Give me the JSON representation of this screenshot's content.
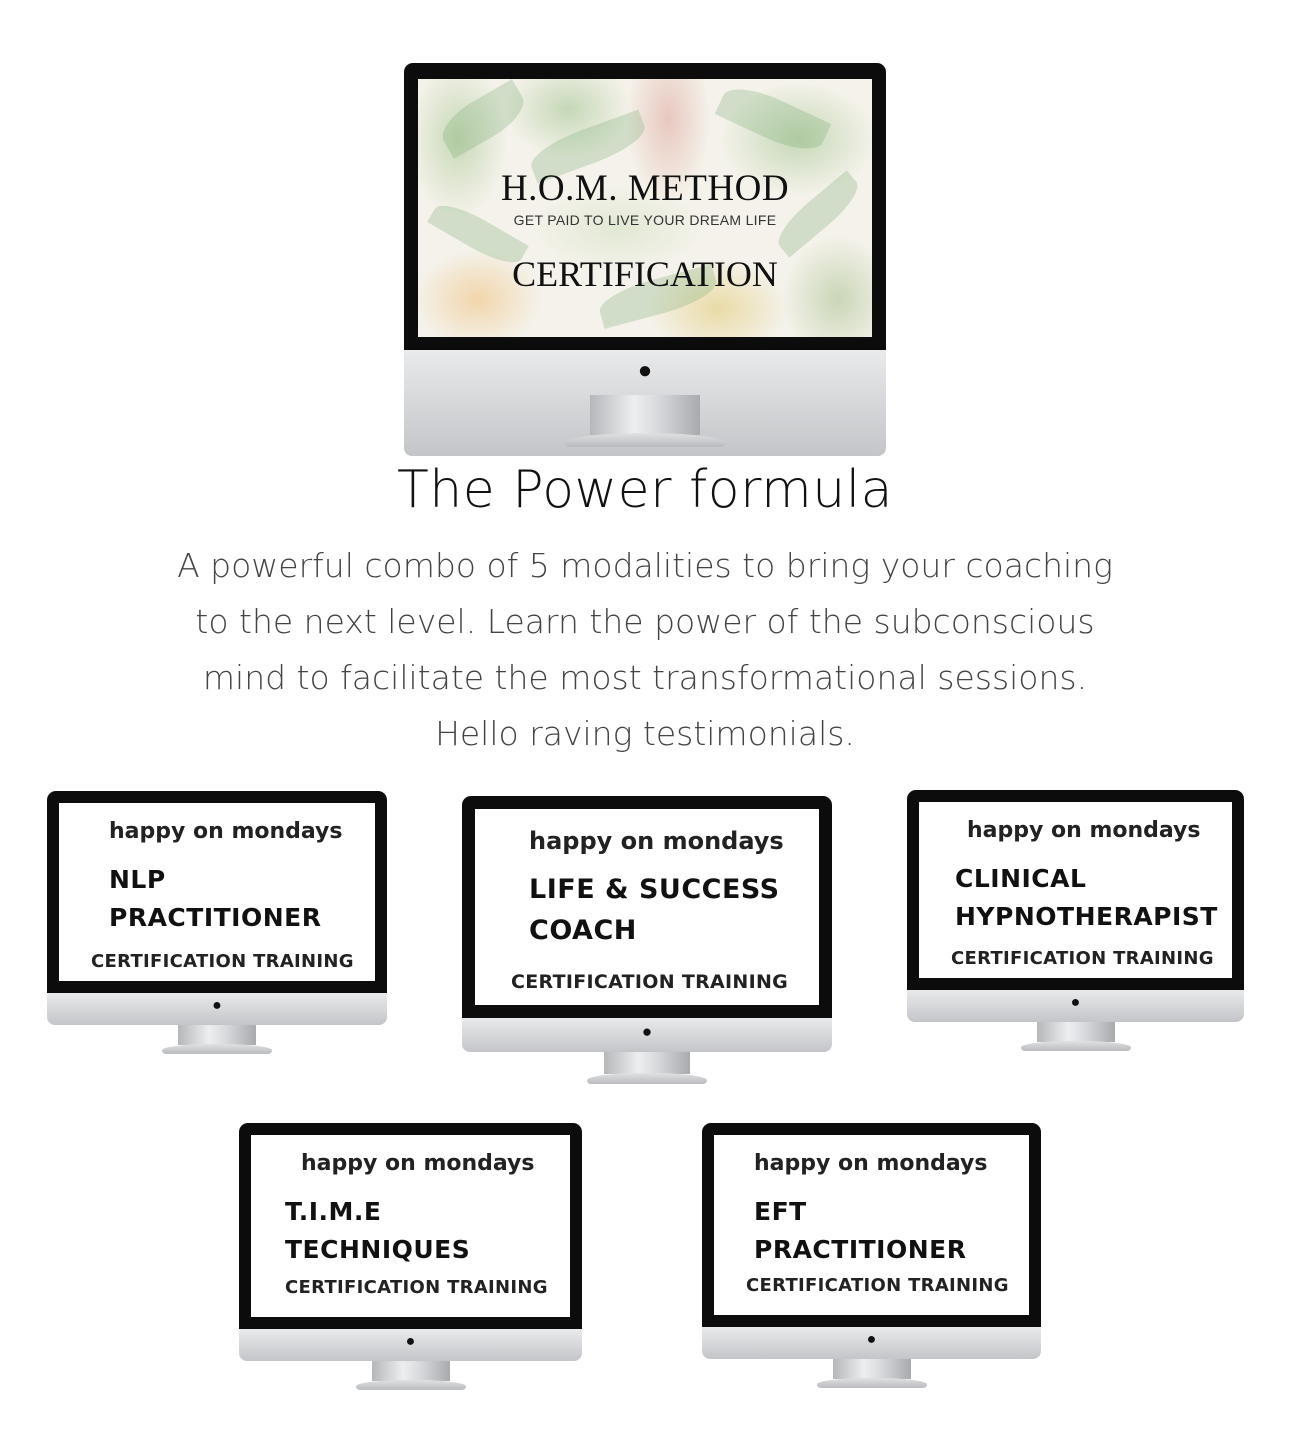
{
  "hero": {
    "title": "H.O.M. METHOD",
    "subtitle": "GET PAID TO LIVE YOUR DREAM LIFE",
    "label": "CERTIFICATION"
  },
  "section": {
    "heading": "The Power formula",
    "body": "A powerful combo of 5 modalities to bring your coaching to the next level. Learn the power of the subconscious mind to facilitate the most transformational sessions. Hello raving testimonials."
  },
  "courses": [
    {
      "brand": "happy on mondays",
      "title_line1": "NLP",
      "title_line2": "PRACTITIONER",
      "training": "CERTIFICATION TRAINING"
    },
    {
      "brand": "happy on mondays",
      "title_line1": "LIFE & SUCCESS",
      "title_line2": "COACH",
      "training": "CERTIFICATION TRAINING"
    },
    {
      "brand": "happy on mondays",
      "title_line1": "CLINICAL",
      "title_line2": "HYPNOTHERAPIST",
      "training": "CERTIFICATION TRAINING"
    },
    {
      "brand": "happy on mondays",
      "title_line1": "T.I.M.E",
      "title_line2": "TECHNIQUES",
      "training": "CERTIFICATION TRAINING"
    },
    {
      "brand": "happy on mondays",
      "title_line1": "EFT",
      "title_line2": "PRACTITIONER",
      "training": "CERTIFICATION TRAINING"
    }
  ],
  "icons": {
    "monitor_logo": "apple-logo-icon"
  },
  "colors": {
    "bezel": "#0c0c0c",
    "chin": "#d4d6d9",
    "text": "#111111",
    "body_text": "#444444"
  }
}
